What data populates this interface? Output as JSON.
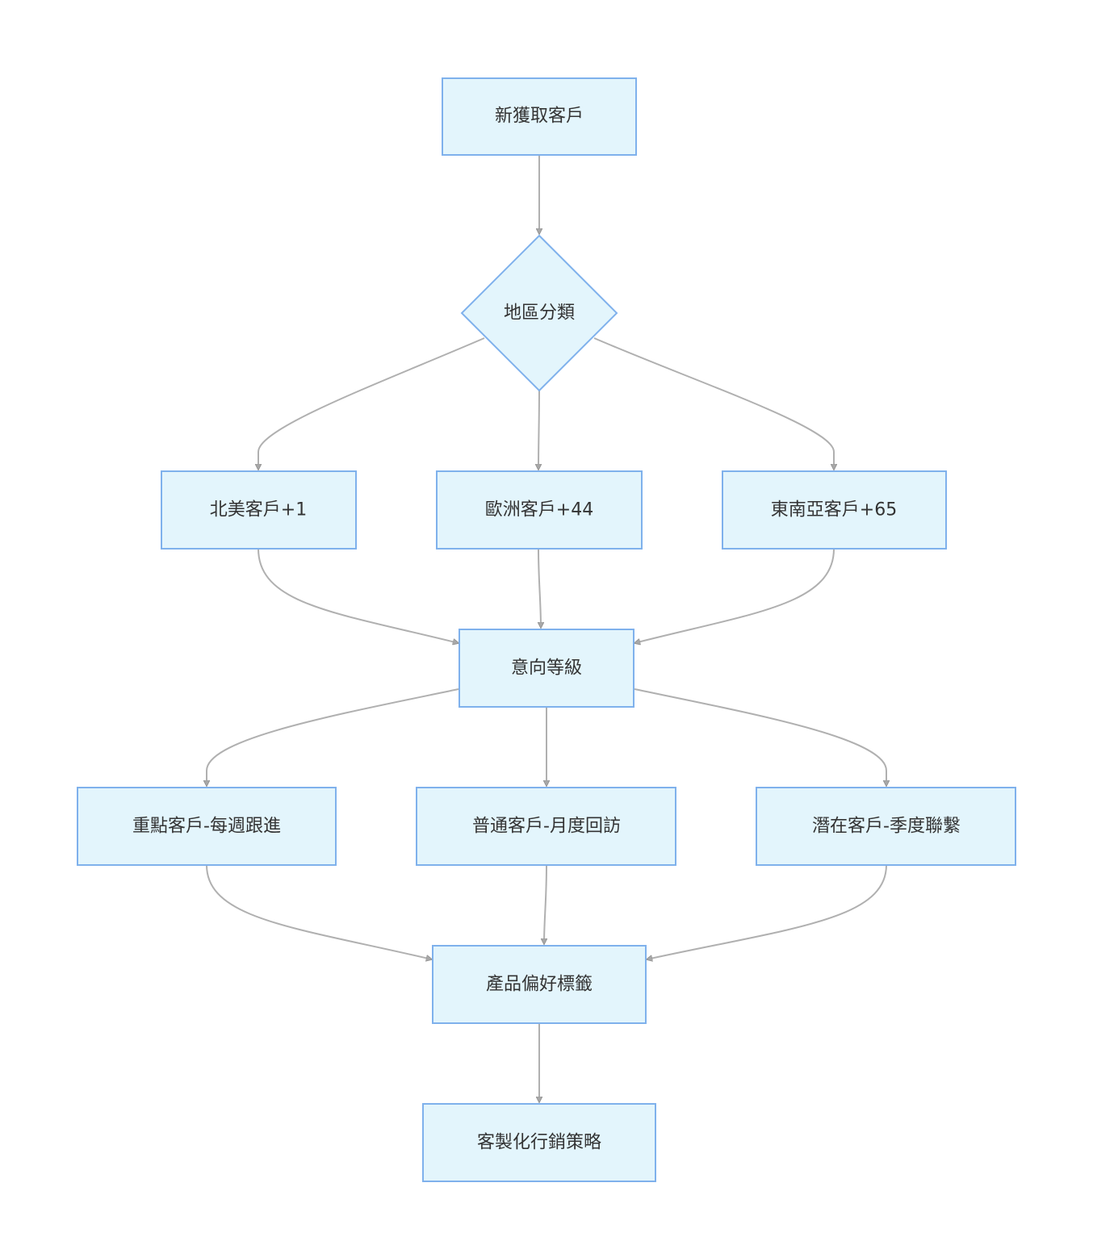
{
  "nodes": {
    "start": "新獲取客戶",
    "region": "地區分類",
    "na": "北美客戶+1",
    "eu": "歐洲客戶+44",
    "sea": "東南亞客戶+65",
    "intent": "意向等級",
    "key": "重點客戶-每週跟進",
    "normal": "普通客戶-月度回訪",
    "potential": "潛在客戶-季度聯繫",
    "tags": "產品偏好標籤",
    "strategy": "客製化行銷策略"
  },
  "edges": [
    [
      "start",
      "region"
    ],
    [
      "region",
      "na"
    ],
    [
      "region",
      "eu"
    ],
    [
      "region",
      "sea"
    ],
    [
      "na",
      "intent"
    ],
    [
      "eu",
      "intent"
    ],
    [
      "sea",
      "intent"
    ],
    [
      "intent",
      "key"
    ],
    [
      "intent",
      "normal"
    ],
    [
      "intent",
      "potential"
    ],
    [
      "key",
      "tags"
    ],
    [
      "normal",
      "tags"
    ],
    [
      "potential",
      "tags"
    ],
    [
      "tags",
      "strategy"
    ]
  ]
}
